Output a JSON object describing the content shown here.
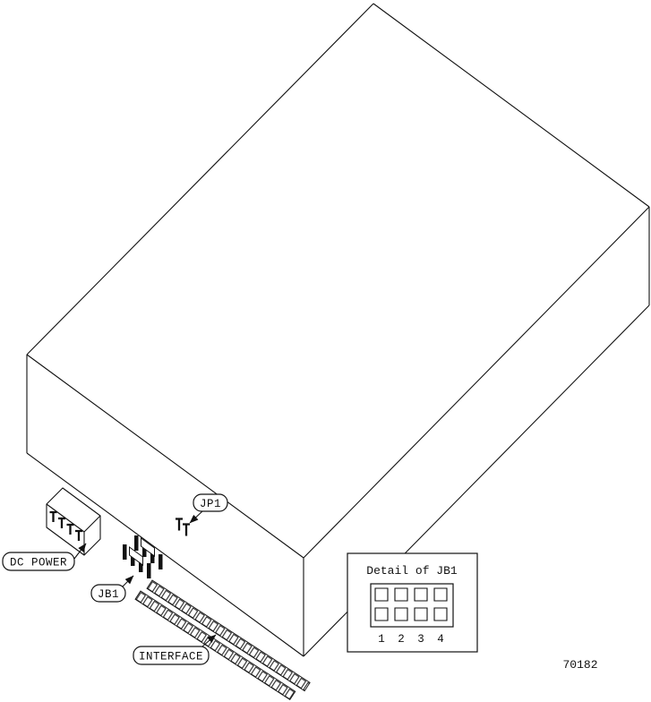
{
  "figure": {
    "id_number": "70182",
    "background": "#ffffff",
    "line_color": "#111111"
  },
  "callouts": {
    "jp1": "JP1",
    "dc_power": "DC POWER",
    "jb1": "JB1",
    "interface": "INTERFACE"
  },
  "detail_inset": {
    "title": "Detail of JB1",
    "pin_numbers": [
      "1",
      "2",
      "3",
      "4"
    ]
  }
}
